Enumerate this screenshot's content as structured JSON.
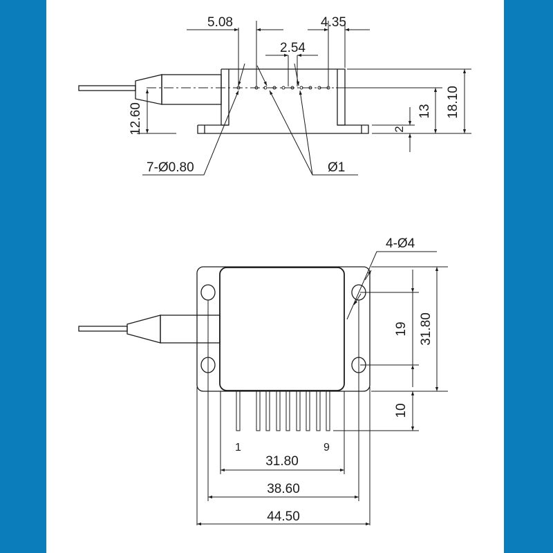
{
  "colors": {
    "side_bar": "#0a7dba",
    "background": "#ffffff",
    "line": "#1a1a1a"
  },
  "side_view": {
    "pin_pitch_left": "5.08",
    "pin_pitch_right": "4.35",
    "pin_pitch_center": "2.54",
    "fiber_height": "12.60",
    "pin_height": "13",
    "total_height": "18.10",
    "flange_thickness": "2",
    "pin_diameter_callout": "7-Ø0.80",
    "hole_diameter_callout": "Ø1"
  },
  "top_view": {
    "mount_hole_callout": "4-Ø4",
    "hole_spacing_vertical": "19",
    "body_height": "31.80",
    "pin_length": "10",
    "pin_label_first": "1",
    "pin_label_last": "9",
    "body_width": "31.80",
    "hole_spacing_horizontal": "38.60",
    "overall_width": "44.50"
  }
}
